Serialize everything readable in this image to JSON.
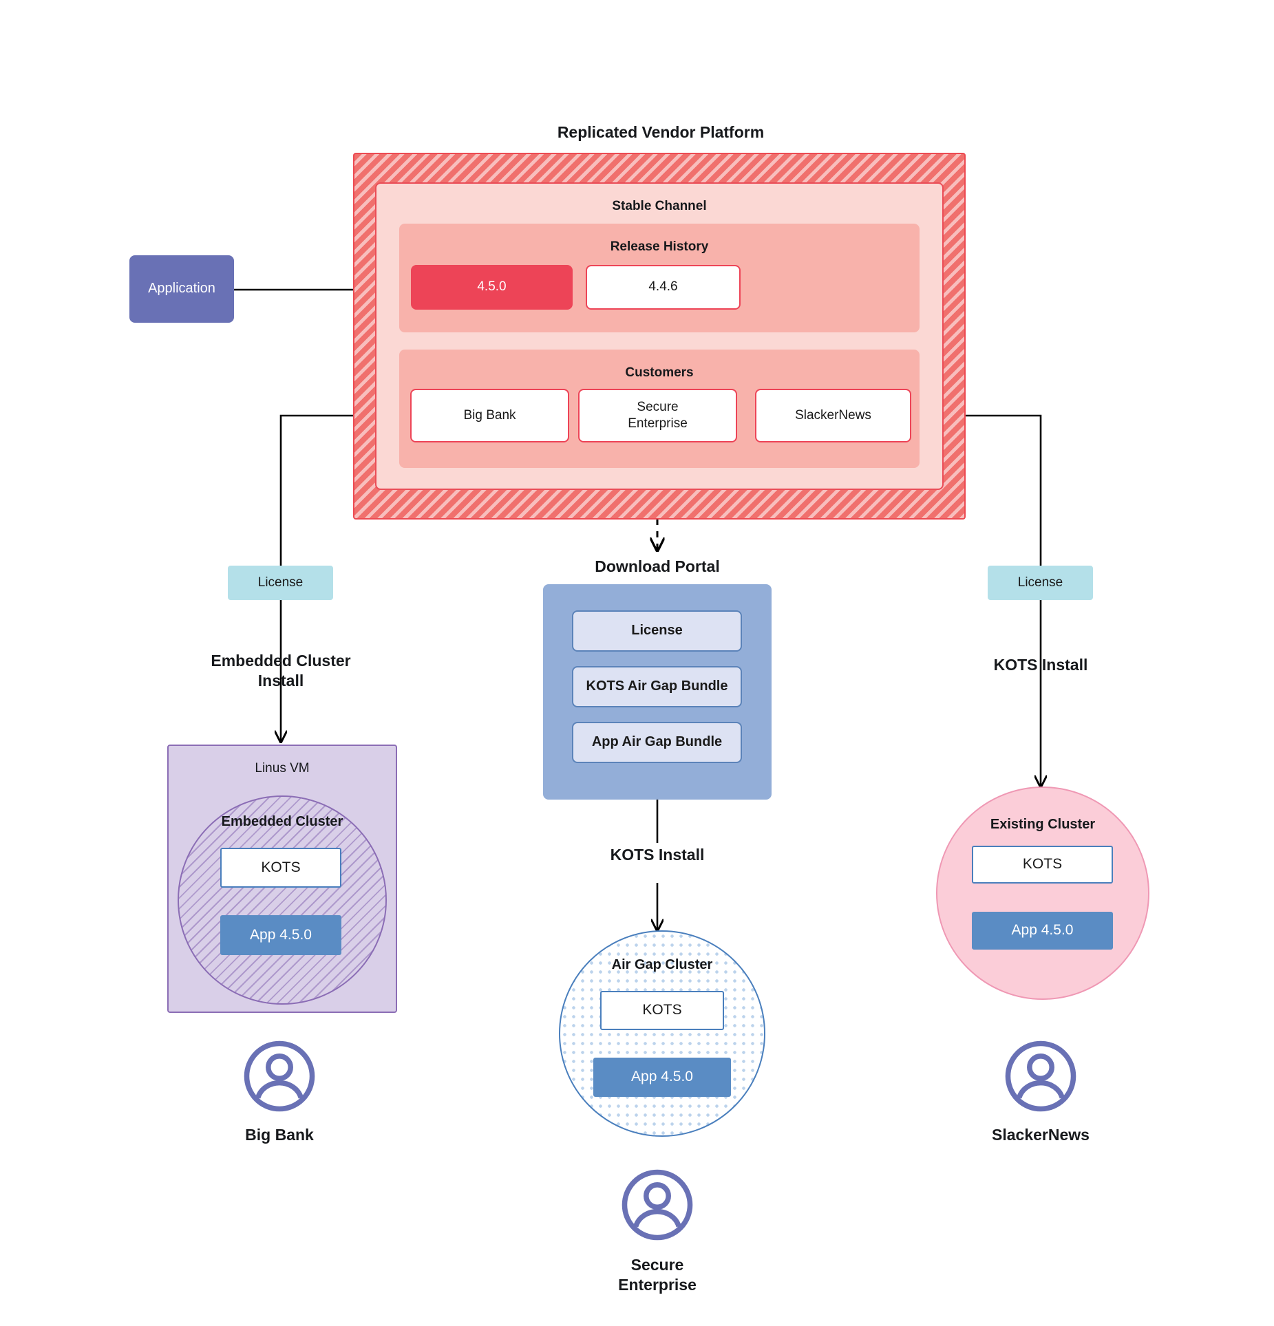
{
  "diagram": {
    "title": "Replicated Vendor Platform",
    "download_portal_title": "Download  Portal",
    "application_node": "Application"
  },
  "vendor_platform": {
    "channel": {
      "name": "Stable Channel",
      "release_history": {
        "title": "Release History",
        "releases": [
          {
            "version": "4.5.0",
            "current": true
          },
          {
            "version": "4.4.6",
            "current": false
          }
        ]
      },
      "customers_section": {
        "title": "Customers",
        "customers": [
          {
            "name": "Big Bank"
          },
          {
            "name": "Secure\nEnterprise"
          },
          {
            "name": "SlackerNews"
          }
        ]
      }
    }
  },
  "download_portal": {
    "items": [
      "License",
      "KOTS Air Gap Bundle",
      "App Air Gap Bundle"
    ]
  },
  "licenses": {
    "left_label": "License",
    "right_label": "License"
  },
  "flows": {
    "left_install": "Embedded Cluster\nInstall",
    "center_install": "KOTS Install",
    "right_install": "KOTS Install"
  },
  "targets": {
    "left": {
      "host_title": "Linus VM",
      "cluster_title": "Embedded Cluster",
      "kots": "KOTS",
      "app": "App 4.5.0"
    },
    "center": {
      "cluster_title": "Air Gap Cluster",
      "kots": "KOTS",
      "app": "App 4.5.0"
    },
    "right": {
      "cluster_title": "Existing Cluster",
      "kots": "KOTS",
      "app": "App 4.5.0"
    }
  },
  "personas": [
    {
      "name": "Big Bank"
    },
    {
      "name": "Secure\nEnterprise"
    },
    {
      "name": "SlackerNews"
    }
  ],
  "colors": {
    "vendor_hatch": "#f0706d",
    "vendor_border": "#ec4a52",
    "channel_bg": "#fbd8d4",
    "pane_bg": "#f8b2ab",
    "release_current": "#ed4457",
    "application": "#6971b5",
    "license_chip": "#b4e0e9",
    "portal": "#93aed8",
    "portal_item": "#dde2f3",
    "vm": "#d9cfe8",
    "vm_border": "#8b6db5",
    "airgap_border": "#4a7fbd",
    "existing_cluster": "#fbcdd8",
    "app_version_box": "#5a8cc4",
    "avatar": "#6971b5"
  }
}
